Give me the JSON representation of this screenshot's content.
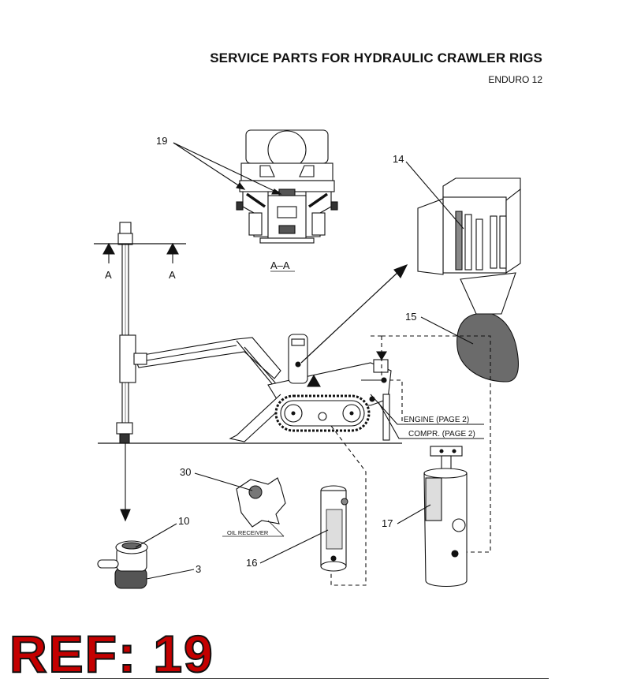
{
  "header": {
    "title": "SERVICE PARTS FOR HYDRAULIC CRAWLER RIGS",
    "model": "ENDURO 12"
  },
  "section": {
    "marker_left": "A",
    "marker_right": "A",
    "view_label": "A–A"
  },
  "callouts": {
    "c19": "19",
    "c14": "14",
    "c15": "15",
    "c30": "30",
    "c10": "10",
    "c3": "3",
    "c16": "16",
    "c17": "17"
  },
  "notes": {
    "engine": "ENGINE (PAGE 2)",
    "compr": "COMPR. (PAGE 2)",
    "oil_receiver": "OIL RECEIVER"
  },
  "reference": {
    "label": "REF: 19"
  },
  "colors": {
    "ref_red": "#c40000",
    "filter_gray": "#6b6b6b"
  }
}
